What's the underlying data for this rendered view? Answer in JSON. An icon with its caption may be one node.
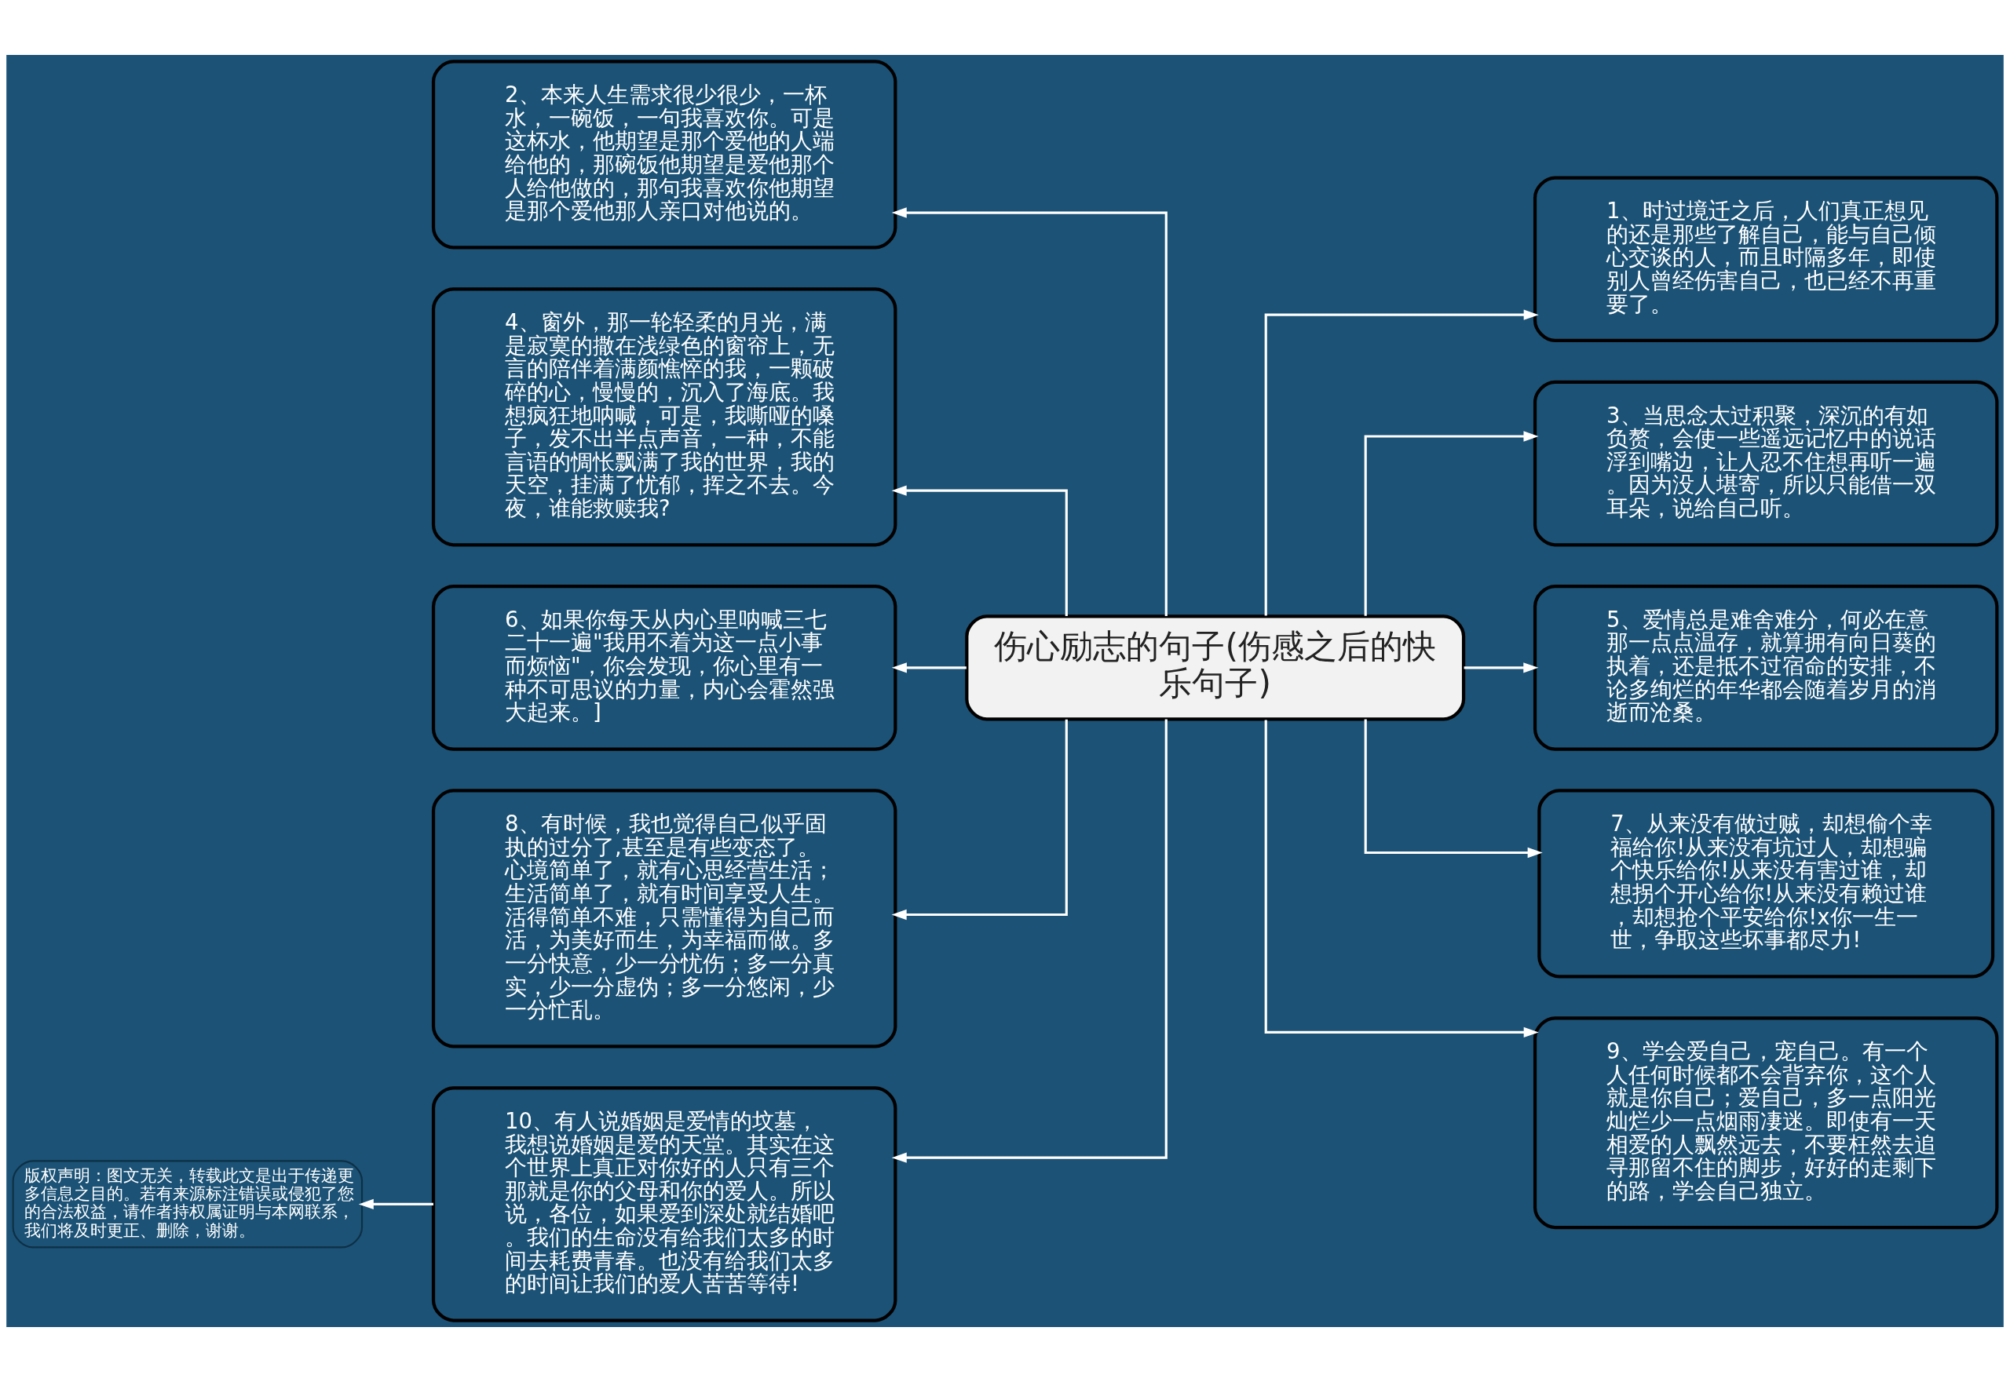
{
  "diagram": {
    "nodes": [
      {
        "text": [
          "伤心励志的句子(伤感之后的快乐句子)"
        ]
      },
      {
        "text": [
          "2、本来人生需求很少很少，一杯水，一碗饭，一句我喜欢你。可是这杯水，他期望是那个爱他的人端给他的，那碗饭他期望是爱他那个人给他做的，那句我喜欢你他期望是那个爱他那人亲口对他说的。"
        ]
      },
      {
        "text": [
          "4、窗外，那一轮轻柔的月光，满是寂寞的撒在浅绿色的窗帘上，无言的陪伴着满颜憔悴的我，一颗破碎的心，慢慢的，沉入了海底。我想疯狂地呐喊，可是，我嘶哑的嗓子，发不出半点声音，一种，不能言语的惆怅飘满了我的世界，我的天空，挂满了忧郁，挥之不去。今夜，谁能救赎我?"
        ]
      },
      {
        "text": [
          "6、如果你每天从内心里呐喊三七二十一遍\"我用不着为这一点小事而烦恼\"，你会发现，你心里有一种不可思议的力量，内心会霍然强大起来。]"
        ]
      },
      {
        "text": [
          "8、有时候，我也觉得自己似乎固执的过分了,甚至是有些变态了。心境简单了，就有心思经营生活；生活简单了，就有时间享受人生。活得简单不难，只需懂得为自己而活，为美好而生，为幸福而做。多一分快意，少一分忧伤；多一分真实，少一分虚伪；多一分悠闲，少一分忙乱。"
        ]
      },
      {
        "text": [
          "10、有人说婚姻是爱情的坟墓，我想说婚姻是爱的天堂。其实在这个世界上真正对你好的人只有三个那就是你的父母和你的爱人。所以说，各位，如果爱到深处就结婚吧。我们的生命没有给我们太多的时间去耗费青春。也没有给我们太多的时间让我们的爱人苦苦等待!"
        ]
      },
      {
        "text": [
          "版权声明：图文无关，转载此文是出于传递更多信息之目的。若有来源标注错误或侵犯了您的合法权益，请作者持权属证明与本网联系，我们将及时更正、删除，谢谢。"
        ]
      },
      {
        "text": [
          "1、时过境迁之后，人们真正想见的还是那些了解自己，能与自己倾心交谈的人，而且时隔多年，即使别人曾经伤害自己，也已经不再重要了。"
        ]
      },
      {
        "text": [
          "3、当思念太过积聚，深沉的有如负赘，会使一些遥远记忆中的说话浮到嘴边，让人忍不住想再听一遍。因为没人堪寄，所以只能借一双耳朵，说给自己听。"
        ]
      },
      {
        "text": [
          "5、爱情总是难舍难分，何必在意那一点点温存，就算拥有向日葵的执着，还是抵不过宿命的安排，不论多绚烂的年华都会随着岁月的消逝而沧桑。"
        ]
      },
      {
        "text": [
          "7、从来没有做过贼，却想偷个幸福给你!从来没有坑过人，却想骗个快乐给你!从来没有害过谁，却想拐个开心给你!从来没有赖过谁，却想抢个平安给你!x你一生一世，争取这些坏事都尽力!"
        ]
      },
      {
        "text": [
          "9、学会爱自己，宠自己。有一个人任何时候都不会背弃你，这个人就是你自己；爱自己，多一点阳光灿烂少一点烟雨凄迷。即使有一天相爱的人飘然远去，不要枉然去追寻那留不住的脚步，好好的走剩下的路，学会自己独立。"
        ]
      }
    ],
    "edges": [
      {
        "from": 0,
        "to": 1,
        "arrow": "to"
      },
      {
        "from": 0,
        "to": 2,
        "arrow": "to"
      },
      {
        "from": 0,
        "to": 3,
        "arrow": "to"
      },
      {
        "from": 0,
        "to": 4,
        "arrow": "to"
      },
      {
        "from": 0,
        "to": 5,
        "arrow": "to"
      },
      {
        "from": 5,
        "to": 6,
        "arrow": "to"
      },
      {
        "from": 0,
        "to": 7,
        "arrow": "to"
      },
      {
        "from": 0,
        "to": 8,
        "arrow": "to"
      },
      {
        "from": 0,
        "to": 9,
        "arrow": "to"
      },
      {
        "from": 0,
        "to": 10,
        "arrow": "to"
      },
      {
        "from": 0,
        "to": 11,
        "arrow": "to"
      }
    ]
  }
}
